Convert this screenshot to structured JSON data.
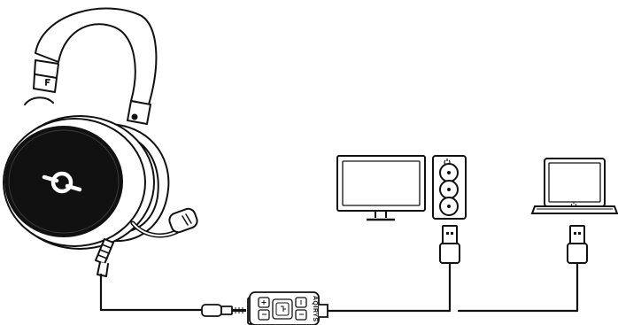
{
  "diagram": {
    "brand_name": "AQIRYS",
    "colors": {
      "line": "#111111",
      "earcup_fill": "#111111",
      "background": "#ffffff"
    },
    "components": [
      {
        "id": "headset",
        "icon": "headset-icon"
      },
      {
        "id": "cable-jack",
        "icon": "audio-jack-icon"
      },
      {
        "id": "inline-controller",
        "icon": "inline-remote-icon"
      },
      {
        "id": "desktop-monitor",
        "icon": "monitor-icon"
      },
      {
        "id": "desktop-tower",
        "icon": "speaker-tower-icon"
      },
      {
        "id": "usb-plug-desktop",
        "icon": "usb-plug-icon"
      },
      {
        "id": "laptop",
        "icon": "laptop-icon"
      },
      {
        "id": "usb-plug-laptop",
        "icon": "usb-plug-icon"
      }
    ]
  }
}
